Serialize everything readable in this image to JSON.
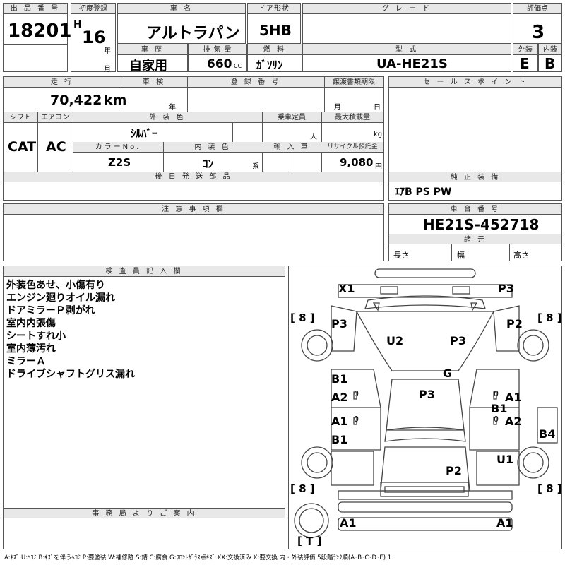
{
  "header": {
    "lot_label": "出 品 番 号",
    "lot_no": "18201",
    "first_reg_label": "初度登録",
    "era": "H",
    "year_no": "16",
    "year_unit": "年",
    "month_unit": "月",
    "car_name_label": "車 名",
    "car_name": "アルトラパン",
    "door_label": "ドア形状",
    "door": "5HB",
    "grade_label": "グ レ ー ド",
    "grade": "",
    "score_label": "評価点",
    "score": "3",
    "history_label": "車 歴",
    "history": "自家用",
    "displacement_label": "排 気 量",
    "displacement": "660",
    "displacement_unit": "CC",
    "fuel_label": "燃 料",
    "fuel": "ｶﾞｿﾘﾝ",
    "model_label": "型 式",
    "model": "UA-HE21S",
    "exterior_label": "外装",
    "exterior": "E",
    "interior_label": "内装",
    "interior": "B"
  },
  "specs": {
    "mileage_label": "走 行",
    "mileage": "70,422",
    "mileage_unit": "km",
    "inspection_label": "車 検",
    "year_unit": "年",
    "month_unit": "月",
    "reg_no_label": "登 録 番 号",
    "transfer_label": "譲渡書類期限",
    "day_unit": "日",
    "shift_label": "シフト",
    "shift": "CAT",
    "ac_label": "エアコン",
    "ac": "AC",
    "ext_color_label": "外 装 色",
    "ext_color": "ｼﾙﾊﾞｰ",
    "capacity_label": "乗車定員",
    "person_unit": "人",
    "load_label": "最大積載量",
    "kg_unit": "kg",
    "color_no_label": "カラーNo.",
    "color_no": "Z2S",
    "int_color_label": "内 装 色",
    "int_color": "ｺﾝ",
    "int_unit": "系",
    "import_label": "輸 入 車",
    "recycle_label": "リサイクル預託金",
    "recycle": "9,080",
    "yen_unit": "円",
    "parts_label": "後 日 発 送 部 品"
  },
  "sales": {
    "points_label": "セ ー ル ス ポ イ ン ト",
    "equip_label": "純 正 装 備",
    "equip": "ｴｱB PS PW"
  },
  "caution_label": "注 意 事 項 欄",
  "chassis": {
    "label": "車 台 番 号",
    "value": "HE21S-452718",
    "dims_label": "諸 元",
    "length_label": "長さ",
    "width_label": "幅",
    "height_label": "高さ"
  },
  "inspector": {
    "label": "検 査 員 記 入 欄",
    "notes": [
      "外装色あせ、小傷有り",
      "エンジン廻りオイル漏れ",
      "ドアミラーＰ剥がれ",
      "室内内張傷",
      "シートすれ小",
      "室内薄汚れ",
      "ミラーＡ",
      "ドライブシャフトグリス漏れ"
    ]
  },
  "office_label": "事 務 局 よ り ご 案 内",
  "diagram": {
    "codes": [
      "X1",
      "P3",
      "P3",
      "P2",
      "U2",
      "P3",
      "G",
      "B1",
      "A2",
      "P3",
      "A1",
      "B1",
      "A1",
      "A2",
      "B1",
      "B4",
      "U1",
      "P2",
      "A1",
      "A1"
    ],
    "tire_marks": [
      "[ 8 ]",
      "[ 8 ]",
      "[ 8 ]",
      "[ 8 ]"
    ],
    "tire_marks_b": [
      "8",
      "8",
      "8",
      "8"
    ],
    "spare": "[ T ]",
    "zeros": [
      "0",
      "0",
      "0",
      "0"
    ]
  },
  "legend": "A:ｷｽﾞ U:ﾍｺﾐ B:ｷｽﾞを伴うﾍｺﾐ P:要塗装 W:補修跡 S:錆 C:腐食 G:ﾌﾛﾝﾄｶﾞﾗｽ点ｷｽﾞ XX:交換済み X:要交換 内・外装評価 5段階ﾗﾝｸ順(A･B･C･D･E) 1"
}
